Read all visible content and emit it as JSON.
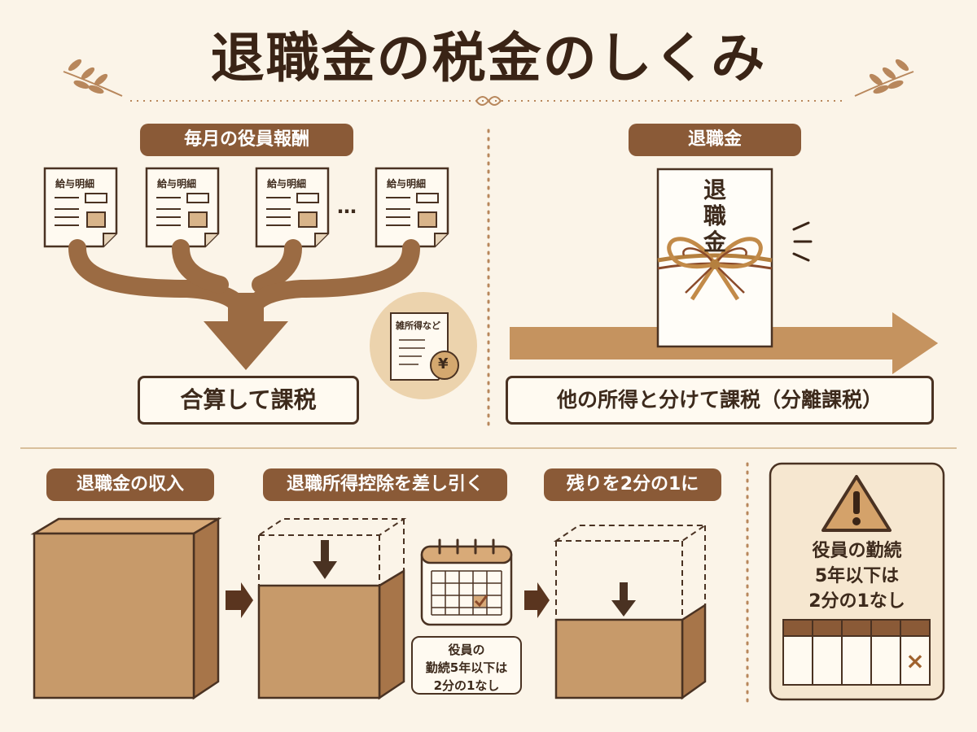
{
  "title": "退職金の税金のしくみ",
  "left_section": {
    "header": "毎月の役員報酬",
    "slips": [
      "給与明細",
      "給与明細",
      "給与明細",
      "給与明細"
    ],
    "ellipsis": "…",
    "other_income": "雑所得など",
    "yen_symbol": "¥",
    "result": "合算して課税"
  },
  "right_section": {
    "header": "退職金",
    "envelope_label": "退職金",
    "result": "他の所得と分けて課税（分離課税）"
  },
  "steps": [
    {
      "label": "退職金の収入"
    },
    {
      "label": "退職所得控除を差し引く"
    },
    {
      "label": "残りを2分の1に"
    }
  ],
  "calendar_note": [
    "役員の",
    "勤続5年以下は",
    "2分の1なし"
  ],
  "warning": {
    "lines": [
      "役員の勤続",
      "5年以下は",
      "2分の1なし"
    ],
    "x_mark": "×"
  },
  "colors": {
    "accent": "#8a5a37",
    "box": "#c79a6a",
    "background": "#fbf4e8",
    "dark": "#3a2416"
  }
}
